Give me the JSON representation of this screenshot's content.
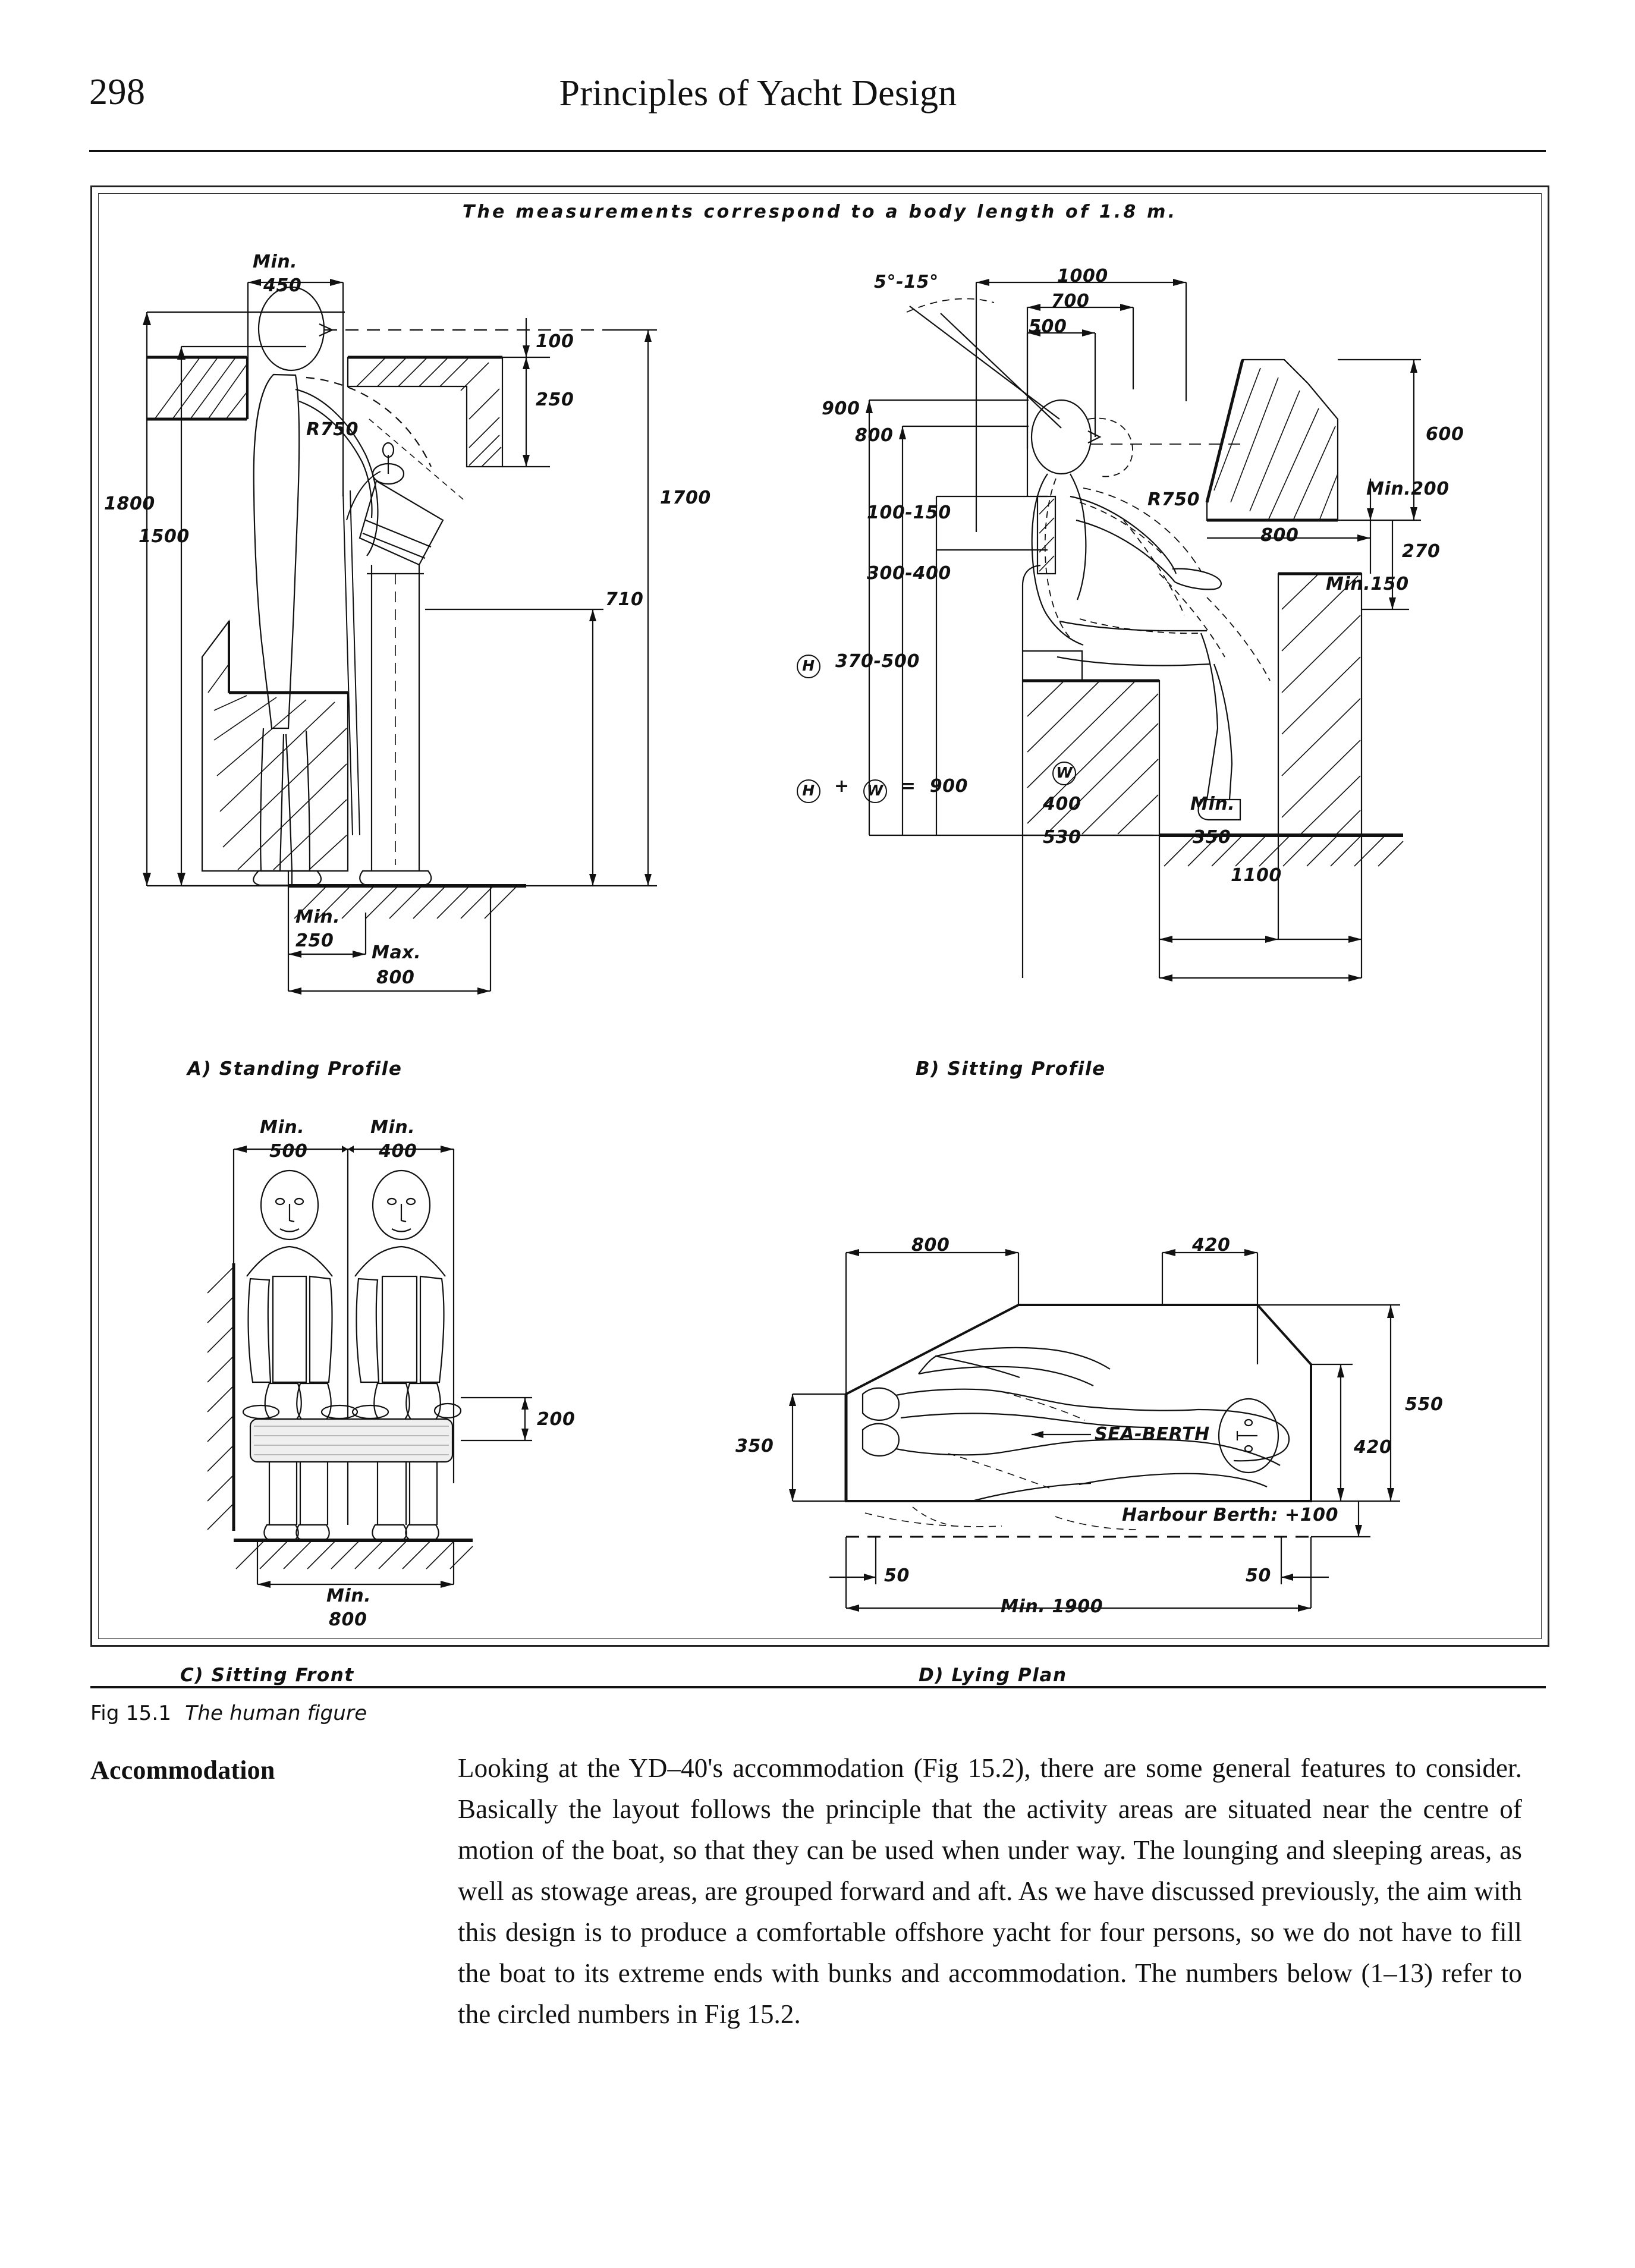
{
  "header": {
    "page_number": "298",
    "running_head": "Principles of Yacht Design"
  },
  "figure": {
    "note": "The measurements correspond to a body length of 1.8 m.",
    "caption_number": "Fig 15.1",
    "caption_text": "The human figure",
    "panels": {
      "a": {
        "caption": "A) Standing Profile",
        "dims": {
          "min_label_top": "Min.",
          "min_450": "450",
          "d100": "100",
          "d250": "250",
          "r750": "R750",
          "d1800": "1800",
          "d1500": "1500",
          "d1700": "1700",
          "d710": "710",
          "min_label_bottom": "Min.",
          "min_250": "250",
          "max_label": "Max.",
          "max_800": "800"
        }
      },
      "b": {
        "caption": "B) Sitting Profile",
        "dims": {
          "angle": "5°-15°",
          "d1000": "1000",
          "d700": "700",
          "d500": "500",
          "d600": "600",
          "d900": "900",
          "d800_left": "800",
          "d100_150": "100-150",
          "d300_400": "300-400",
          "r750": "R750",
          "min_200": "Min.200",
          "d800_right": "800",
          "d270": "270",
          "min_150": "Min.150",
          "h_symbol": "H",
          "h_range": "370-500",
          "w_symbol": "W",
          "sum_plus": "+",
          "sum_equals": "=",
          "sum_value": "900",
          "d400": "400",
          "d530": "530",
          "min_label": "Min.",
          "d350": "350",
          "d1100": "1100"
        }
      },
      "c": {
        "caption": "C) Sitting Front",
        "dims": {
          "min_label_1": "Min.",
          "min_500": "500",
          "min_label_2": "Min.",
          "min_400": "400",
          "d200": "200",
          "min_label_bottom": "Min.",
          "min_800": "800"
        }
      },
      "d": {
        "caption": "D) Lying Plan",
        "labels": {
          "sea_berth": "SEA-BERTH",
          "harbour_berth": "Harbour Berth: +100"
        },
        "dims": {
          "d800": "800",
          "d420_top": "420",
          "d550": "550",
          "d420_right": "420",
          "d350": "350",
          "d50_left": "50",
          "d50_right": "50",
          "min_1900": "Min. 1900"
        }
      }
    }
  },
  "article": {
    "side_heading": "Accommodation",
    "paragraph": "Looking at the YD–40's accommodation (Fig 15.2), there are some general features to consider. Basically the layout follows the principle that the activity areas are situated near the centre of motion of the boat, so that they can be used when under way. The lounging and sleeping areas, as well as stowage areas, are grouped forward and aft. As we have discussed previously, the aim with this design is to produce a comfortable offshore yacht for four persons, so we do not have to fill the boat to its extreme ends with bunks and accommodation. The numbers below (1–13) refer to the circled numbers in Fig 15.2."
  }
}
